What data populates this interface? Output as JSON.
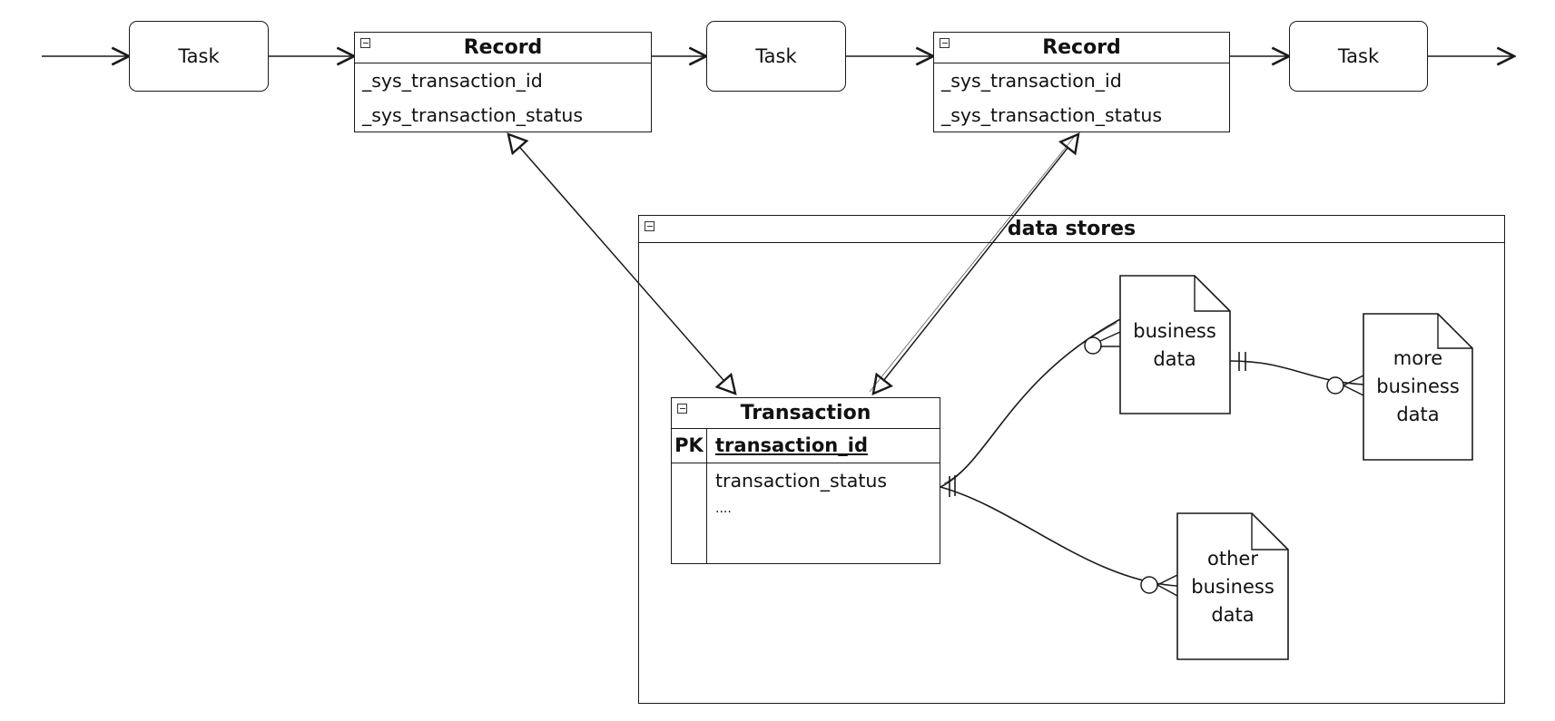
{
  "tasks": [
    "Task",
    "Task",
    "Task"
  ],
  "records": [
    {
      "title": "Record",
      "fields": [
        "_sys_transaction_id",
        "_sys_transaction_status"
      ]
    },
    {
      "title": "Record",
      "fields": [
        "_sys_transaction_id",
        "_sys_transaction_status"
      ]
    }
  ],
  "container": {
    "title": "data stores"
  },
  "transaction": {
    "title": "Transaction",
    "pk_label": "PK",
    "pk_field": "transaction_id",
    "fields": [
      "transaction_status",
      "...."
    ]
  },
  "documents": {
    "business_data": "business data",
    "more_business_data": "more business data",
    "other_business_data": "other business data"
  }
}
